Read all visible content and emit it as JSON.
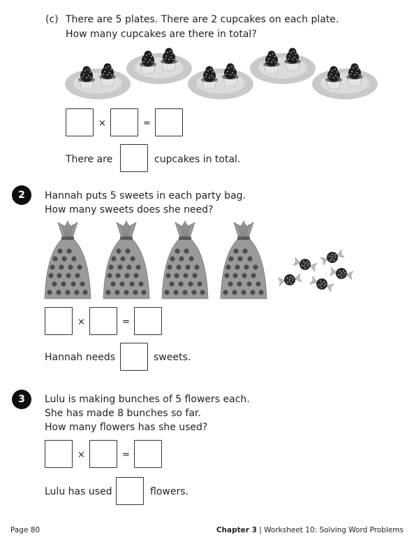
{
  "part_c": {
    "label": "(c)",
    "line1": "There are 5 plates. There are 2 cupcakes on each plate.",
    "line2": "How many cupcakes are there in total?",
    "plates_count": 5,
    "cupcakes_per_plate": 2,
    "times": "×",
    "equals": "=",
    "answer_before": "There are",
    "answer_after": "cupcakes in total."
  },
  "q2": {
    "number": "2",
    "line1": "Hannah puts 5 sweets in each party bag.",
    "line2": "How many sweets does she need?",
    "bags_count": 4,
    "sweets_count": 5,
    "times": "×",
    "equals": "=",
    "answer_before": "Hannah needs",
    "answer_after": "sweets."
  },
  "q3": {
    "number": "3",
    "line1": "Lulu is making bunches of 5 flowers each.",
    "line2": "She has made 8 bunches so far.",
    "line3": "How many flowers has she used?",
    "times": "×",
    "equals": "=",
    "answer_before": "Lulu has used",
    "answer_after": "flowers."
  },
  "footer": {
    "page": "Page 80",
    "chapter": "Chapter 3",
    "separator": "|",
    "worksheet": "Worksheet 10: Solving Word Problems"
  }
}
